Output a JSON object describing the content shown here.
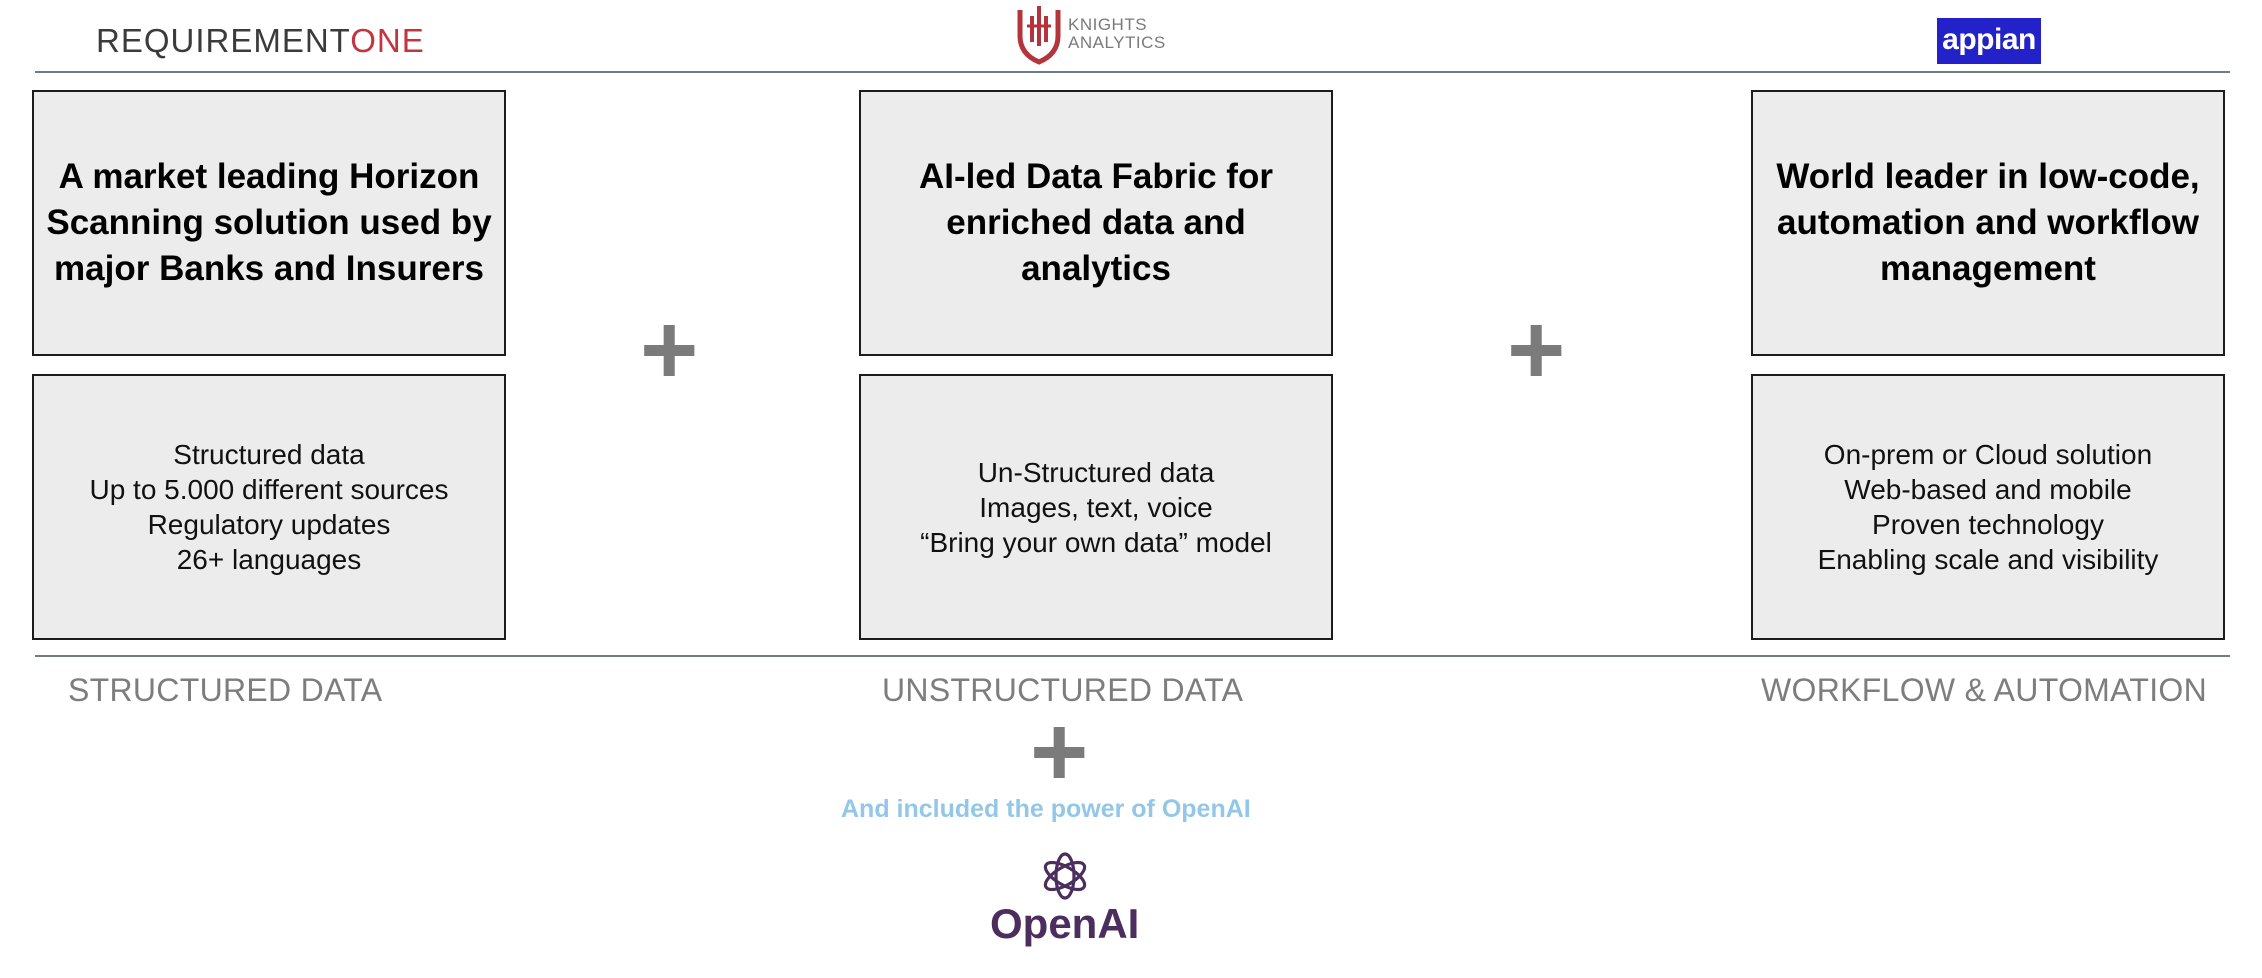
{
  "logos": {
    "requirementone": {
      "part1": "REQUIREMENT",
      "part2": "ONE"
    },
    "knights": {
      "line1": "KNIGHTS",
      "line2": "ANALYTICS"
    },
    "appian": {
      "text": "appian"
    }
  },
  "columns": [
    {
      "headline": "A market leading Horizon Scanning solution used by major Banks and Insurers",
      "details": [
        "Structured data",
        "Up to 5.000 different sources",
        "Regulatory updates",
        "26+ languages"
      ],
      "category": "STRUCTURED DATA"
    },
    {
      "headline": "AI-led Data Fabric for enriched data and analytics",
      "details": [
        "Un-Structured data",
        "Images, text, voice",
        "“Bring your own data” model"
      ],
      "category": "UNSTRUCTURED DATA"
    },
    {
      "headline": "World leader in low-code, automation and workflow management",
      "details": [
        "On-prem or Cloud solution",
        "Web-based and mobile",
        "Proven technology",
        "Enabling scale and visibility"
      ],
      "category": "WORKFLOW & AUTOMATION"
    }
  ],
  "plus_symbol": "+",
  "openai": {
    "tagline": "And included  the power of OpenAI",
    "wordmark": "OpenAI"
  },
  "colors": {
    "appian_blue": "#2222c8",
    "requirementone_red": "#c4343f",
    "knights_red": "#b5343c",
    "openai_tagline": "#93c7e8",
    "openai_purple": "#4b2d5e",
    "box_fill": "#ececec"
  },
  "icons": [
    "knights-shield-icon",
    "openai-knot-icon",
    "plus-icon"
  ]
}
